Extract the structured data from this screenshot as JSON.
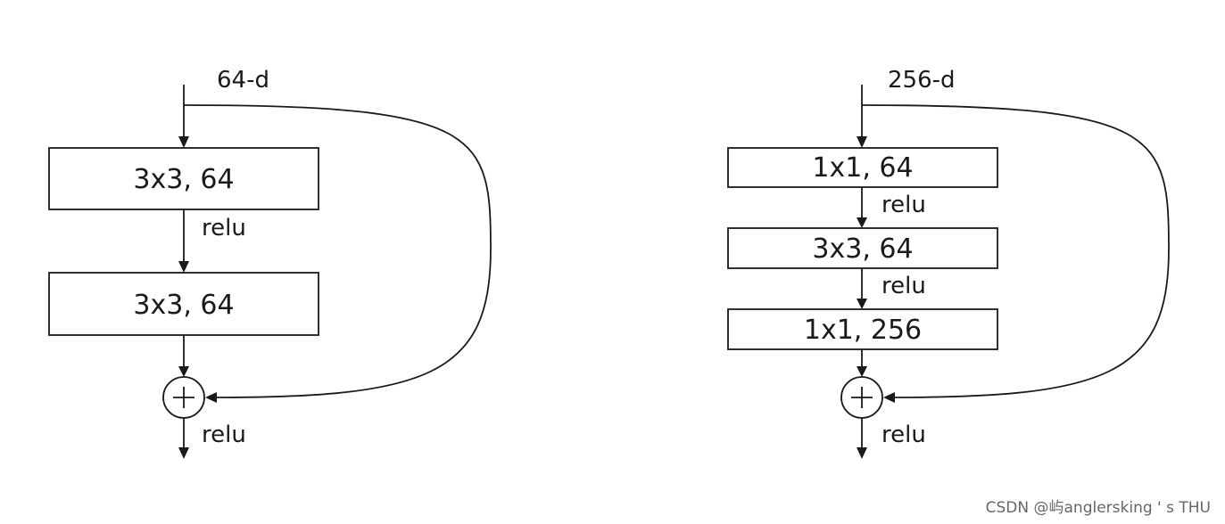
{
  "left_block": {
    "input_label": "64-d",
    "layers": [
      "3x3, 64",
      "3x3, 64"
    ],
    "relu_labels": [
      "relu",
      "relu"
    ]
  },
  "right_block": {
    "input_label": "256-d",
    "layers": [
      "1x1, 64",
      "3x3, 64",
      "1x1, 256"
    ],
    "relu_labels": [
      "relu",
      "relu",
      "relu"
    ]
  },
  "watermark": "CSDN @屿anglersking ' s THU"
}
